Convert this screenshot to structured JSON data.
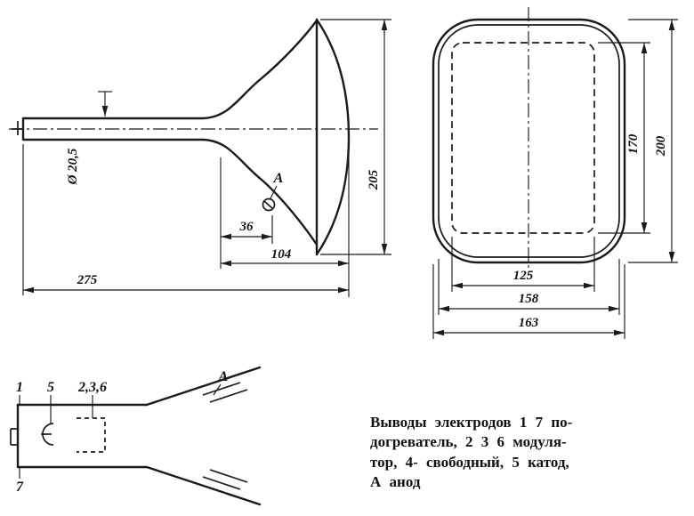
{
  "figure": {
    "background": "#ffffff",
    "ink": "#1b1b1b"
  },
  "side_view": {
    "dims": {
      "neck_diameter": "Ø 20,5",
      "screen_height": "205",
      "len_36": "36",
      "len_104": "104",
      "len_275": "275"
    },
    "anode_label": "А"
  },
  "front_view": {
    "dims": {
      "inner_height": "170",
      "outer_height": "200",
      "inner_width": "125",
      "mid_width": "158",
      "outer_width": "163"
    }
  },
  "pinout": {
    "labels": {
      "pin1": "1",
      "pin5": "5",
      "pin236": "2,3,6",
      "anode": "А",
      "pin7": "7"
    }
  },
  "caption": {
    "lines": [
      "Выводы электродов 1 7 по-",
      "догреватель, 2 3 6 модуля-",
      "тор, 4- свободный, 5 катод,",
      "А анод"
    ]
  }
}
